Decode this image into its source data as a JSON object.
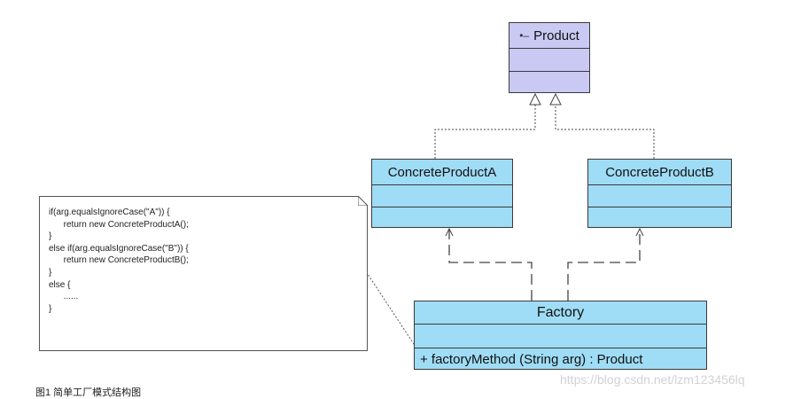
{
  "product": {
    "name": "Product",
    "icon": "interface-icon"
  },
  "concrete_a": {
    "name": "ConcreteProductA"
  },
  "concrete_b": {
    "name": "ConcreteProductB"
  },
  "factory": {
    "name": "Factory",
    "operation": "+  factoryMethod (String arg)  : Product"
  },
  "note": {
    "lines": [
      "if(arg.equalsIgnoreCase(\"A\")) {",
      "      return new ConcreteProductA();",
      "}",
      "else if(arg.equalsIgnoreCase(\"B\")) {",
      "      return new ConcreteProductB();",
      "}",
      "else {",
      "      ......",
      "}"
    ]
  },
  "caption": "图1 简单工厂模式结构图",
  "watermark": "https://blog.csdn.net/lzm123456lq"
}
